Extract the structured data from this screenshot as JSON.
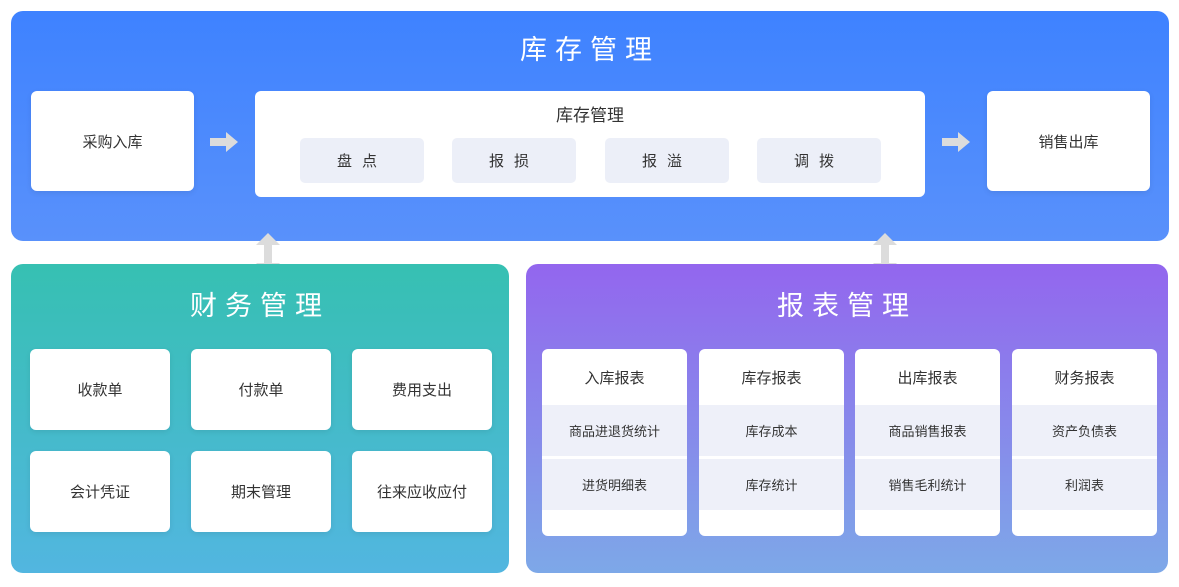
{
  "inventory": {
    "title": "库存管理",
    "left_box": "采购入库",
    "right_box": "销售出库",
    "center": {
      "title": "库存管理",
      "items": [
        "盘点",
        "报损",
        "报溢",
        "调拨"
      ]
    }
  },
  "finance": {
    "title": "财务管理",
    "items": [
      "收款单",
      "付款单",
      "费用支出",
      "会计凭证",
      "期末管理",
      "往来应收应付"
    ]
  },
  "reports": {
    "title": "报表管理",
    "cards": [
      {
        "title": "入库报表",
        "rows": [
          "商品进退货统计",
          "进货明细表"
        ]
      },
      {
        "title": "库存报表",
        "rows": [
          "库存成本",
          "库存统计"
        ]
      },
      {
        "title": "出库报表",
        "rows": [
          "商品销售报表",
          "销售毛利统计"
        ]
      },
      {
        "title": "财务报表",
        "rows": [
          "资产负债表",
          "利润表"
        ]
      }
    ]
  },
  "colors": {
    "inventory_panel": "#3e82ff",
    "finance_panel": "#36c0b2",
    "report_panel": "#9366ee",
    "pill_bg": "#eceff8",
    "arrow": "#dcdcdc"
  },
  "icons": {
    "flow_arrow": "right-arrow-icon",
    "link_arrow": "up-down-arrow-icon"
  }
}
